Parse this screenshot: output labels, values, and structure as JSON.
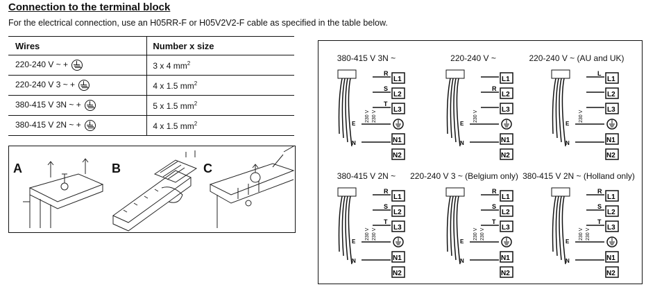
{
  "header": {
    "title": "Connection to the terminal block",
    "subtitle": "For the electrical connection, use an H05RR-F or H05V2V2-F cable as specified in the table below."
  },
  "wires_table": {
    "headers": [
      "Wires",
      "Number x size"
    ],
    "rows": [
      {
        "wires": "220-240 V ~ +",
        "size": "3 x 4 mm",
        "sup": "2"
      },
      {
        "wires": "220-240 V 3 ~ +",
        "size": "4 x 1.5 mm",
        "sup": "2"
      },
      {
        "wires": "380-415 V 3N ~ +",
        "size": "5 x 1.5 mm",
        "sup": "2"
      },
      {
        "wires": "380-415 V 2N ~ +",
        "size": "4 x 1.5 mm",
        "sup": "2"
      }
    ]
  },
  "assembly": {
    "labels": [
      "A",
      "B",
      "C"
    ]
  },
  "diagrams": {
    "captions": [
      "380-415 V 3N ~",
      "220-240 V ~",
      "220-240 V ~ (AU and UK)",
      "380-415 V 2N ~",
      "220-240 V 3 ~ (Belgium only)",
      "380-415 V 2N ~ (Holland only)"
    ],
    "terminals": [
      "L1",
      "L2",
      "L3",
      "N1",
      "N2"
    ],
    "wire_letters": [
      "R",
      "S",
      "T",
      "E",
      "N",
      "L"
    ],
    "voltage_label": "230 V"
  }
}
